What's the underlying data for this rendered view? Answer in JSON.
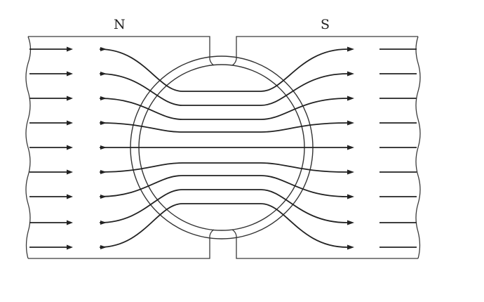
{
  "figure": {
    "poles": {
      "north_label": "N",
      "south_label": "S"
    },
    "field_line_count": 9,
    "line_color": "#222222",
    "background": "#ffffff"
  }
}
